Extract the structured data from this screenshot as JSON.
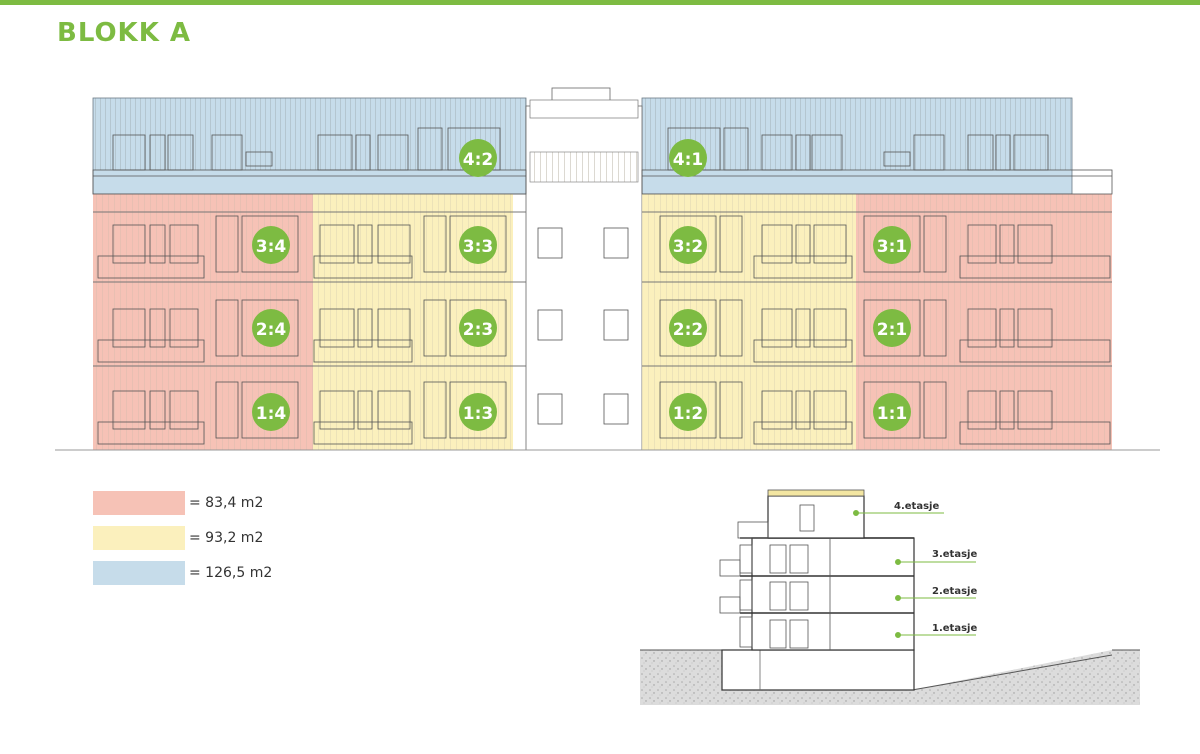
{
  "title": "BLOKK A",
  "colors": {
    "accent": "#7dbb42",
    "pink": "#f6c2b6",
    "yellow": "#fbf0bd",
    "blue": "#c6dcea",
    "line": "#555555"
  },
  "legend": [
    {
      "label": "= 83,4 m2",
      "color": "#f6c2b6"
    },
    {
      "label": "= 93,2 m2",
      "color": "#fbf0bd"
    },
    {
      "label": "= 126,5 m2",
      "color": "#c6dcea"
    }
  ],
  "units": {
    "row4": [
      "4:2",
      "4:1"
    ],
    "row3": [
      "3:4",
      "3:3",
      "3:2",
      "3:1"
    ],
    "row2": [
      "2:4",
      "2:3",
      "2:2",
      "2:1"
    ],
    "row1": [
      "1:4",
      "1:3",
      "1:2",
      "1:1"
    ]
  },
  "section_floors": [
    "4.etasje",
    "3.etasje",
    "2.etasje",
    "1.etasje"
  ]
}
